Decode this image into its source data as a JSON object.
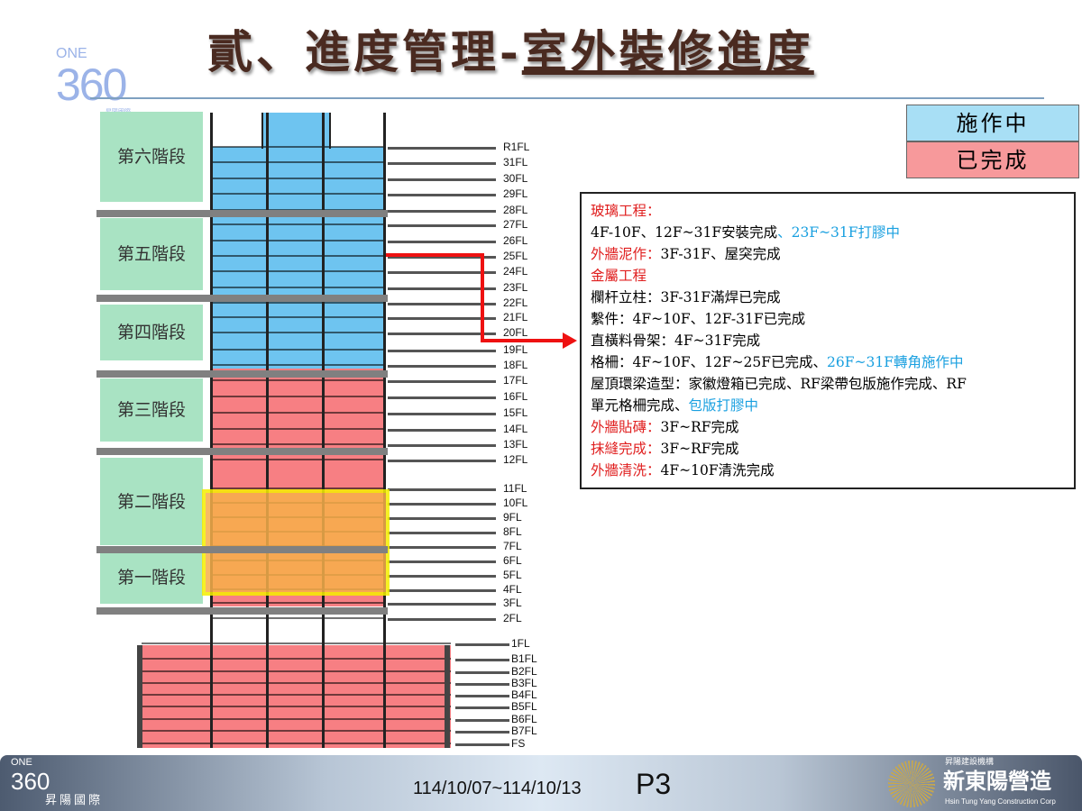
{
  "header": {
    "title_prefix": "貳、進度管理-",
    "title_underlined": "室外裝修進度",
    "logo_text": "ONE",
    "logo_number": "360",
    "logo_sub": "昇陽國際"
  },
  "stages": [
    "第六階段",
    "第五階段",
    "第四階段",
    "第三階段",
    "第二階段",
    "第一階段"
  ],
  "floors": [
    "R1FL",
    "31FL",
    "30FL",
    "29FL",
    "28FL",
    "27FL",
    "26FL",
    "25FL",
    "24FL",
    "23FL",
    "22FL",
    "21FL",
    "20FL",
    "19FL",
    "18FL",
    "17FL",
    "16FL",
    "15FL",
    "14FL",
    "13FL",
    "12FL",
    "11FL",
    "10FL",
    "9FL",
    "8FL",
    "7FL",
    "6FL",
    "5FL",
    "4FL",
    "3FL",
    "2FL",
    "1FL",
    "B1FL",
    "B2FL",
    "B3FL",
    "B4FL",
    "B5FL",
    "B6FL",
    "B7FL",
    "FS"
  ],
  "legend": [
    {
      "label": "施作中",
      "color": "#a8dff5"
    },
    {
      "label": "已完成",
      "color": "#f7999b"
    }
  ],
  "colors": {
    "in_progress": "#6ec4f0",
    "completed": "#f77f83",
    "highlight": "#f7b04a",
    "highlight_border": "#f5ef00",
    "arrow": "#ee1111"
  },
  "info": [
    [
      {
        "t": "玻璃工程：",
        "c": "r"
      }
    ],
    [
      {
        "t": "4F-10F、12F~31F安裝完成"
      },
      {
        "t": "、23F~31F打膠中",
        "c": "b"
      }
    ],
    [
      {
        "t": "外牆泥作：",
        "c": "r"
      },
      {
        "t": "3F-31F、屋突完成"
      }
    ],
    [
      {
        "t": "金屬工程",
        "c": "r"
      }
    ],
    [
      {
        "t": "欄杆立柱：3F-31F滿焊已完成"
      }
    ],
    [
      {
        "t": "繫件：4F~10F、12F-31F已完成"
      }
    ],
    [
      {
        "t": "直橫料骨架：4F~31F完成"
      }
    ],
    [
      {
        "t": "格柵：4F~10F、12F~25F已完成、"
      },
      {
        "t": "26F~31F轉角施作中",
        "c": "b"
      }
    ],
    [
      {
        "t": "屋頂環梁造型：家徽燈箱已完成、RF梁帶包版施作完成、RF"
      }
    ],
    [
      {
        "t": "單元格柵完成、"
      },
      {
        "t": "包版打膠中",
        "c": "b"
      }
    ],
    [
      {
        "t": "外牆貼磚：",
        "c": "r"
      },
      {
        "t": "3F~RF完成"
      }
    ],
    [
      {
        "t": "抹縫完成：",
        "c": "r"
      },
      {
        "t": "3F~RF完成"
      }
    ],
    [
      {
        "t": "外牆清洗：",
        "c": "r"
      },
      {
        "t": "4F~10F清洗完成"
      }
    ]
  ],
  "footer": {
    "date_range": "114/10/07~114/10/13",
    "page": "P3",
    "left_logo_one": "ONE",
    "left_logo_number": "360",
    "left_logo_sub": "昇陽國際",
    "company_small": "昇陽建設機構",
    "company_name": "新東陽營造",
    "company_en": "Hsin Tung Yang Construction Corp"
  }
}
